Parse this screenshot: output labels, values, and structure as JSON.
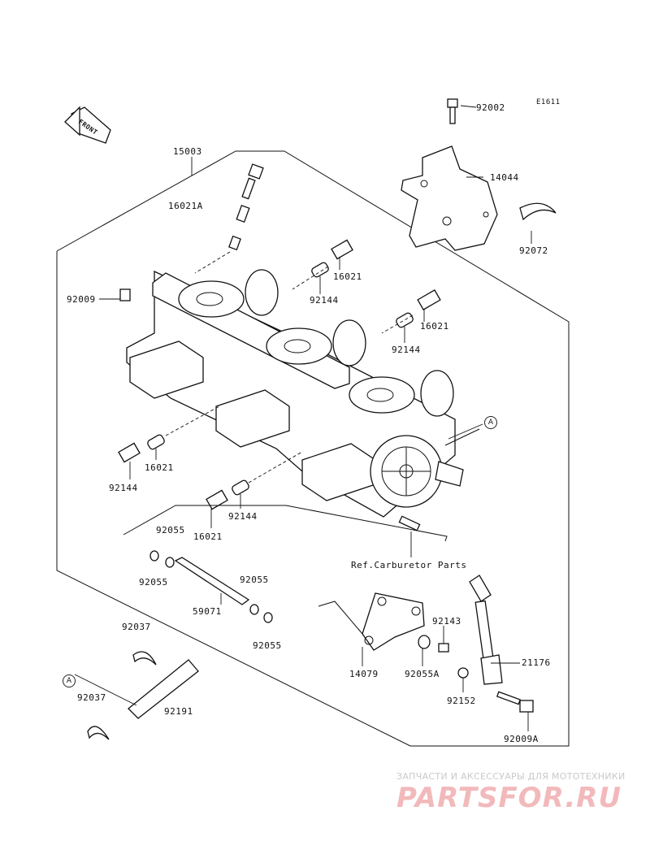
{
  "diagram": {
    "code": "E1611",
    "front_label": "FRONT",
    "ref_note": "Ref.Carburetor Parts",
    "callout_letter": "A",
    "part_labels": [
      {
        "id": "l-92002",
        "text": "92002"
      },
      {
        "id": "l-15003",
        "text": "15003"
      },
      {
        "id": "l-16021A",
        "text": "16021A"
      },
      {
        "id": "l-14044",
        "text": "14044"
      },
      {
        "id": "l-92072",
        "text": "92072"
      },
      {
        "id": "l-16021-a",
        "text": "16021"
      },
      {
        "id": "l-92009",
        "text": "92009"
      },
      {
        "id": "l-92144-a",
        "text": "92144"
      },
      {
        "id": "l-16021-b",
        "text": "16021"
      },
      {
        "id": "l-92144-b",
        "text": "92144"
      },
      {
        "id": "l-92144-c",
        "text": "92144"
      },
      {
        "id": "l-16021-c",
        "text": "16021"
      },
      {
        "id": "l-92144-d",
        "text": "92144"
      },
      {
        "id": "l-16021-d",
        "text": "16021"
      },
      {
        "id": "l-92055-a",
        "text": "92055"
      },
      {
        "id": "l-92055-b",
        "text": "92055"
      },
      {
        "id": "l-92055-c",
        "text": "92055"
      },
      {
        "id": "l-59071",
        "text": "59071"
      },
      {
        "id": "l-92055-d",
        "text": "92055"
      },
      {
        "id": "l-92037-a",
        "text": "92037"
      },
      {
        "id": "l-92037-b",
        "text": "92037"
      },
      {
        "id": "l-92191",
        "text": "92191"
      },
      {
        "id": "l-92143",
        "text": "92143"
      },
      {
        "id": "l-21176",
        "text": "21176"
      },
      {
        "id": "l-14079",
        "text": "14079"
      },
      {
        "id": "l-92055A",
        "text": "92055A"
      },
      {
        "id": "l-92152",
        "text": "92152"
      },
      {
        "id": "l-92009A",
        "text": "92009A"
      }
    ]
  },
  "watermark": {
    "tagline": "ЗАПЧАСТИ И АКСЕССУАРЫ ДЛЯ МОТОТЕХНИКИ",
    "brand": "PARTSFOR.RU"
  }
}
